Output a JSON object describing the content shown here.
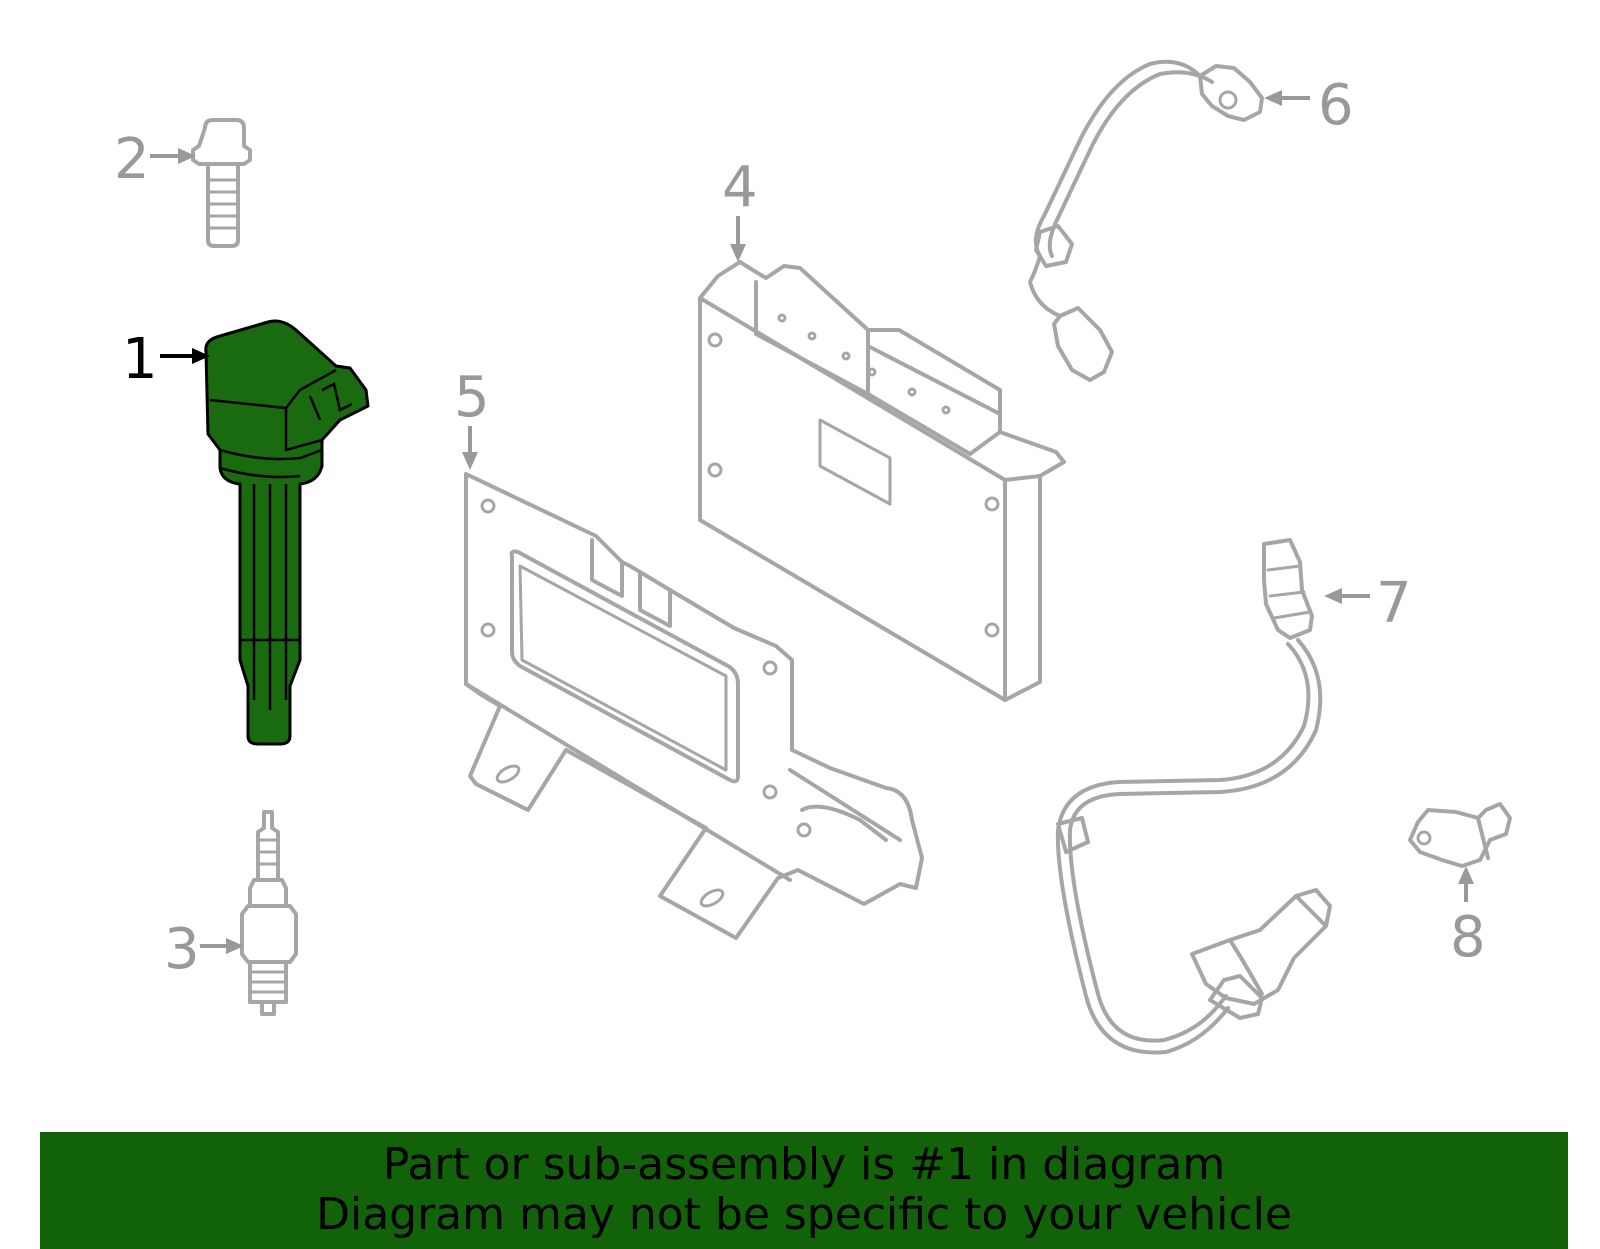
{
  "callouts": {
    "c1": "1",
    "c2": "2",
    "c3": "3",
    "c4": "4",
    "c5": "5",
    "c6": "6",
    "c7": "7",
    "c8": "8"
  },
  "highlighted_part": "1",
  "colors": {
    "highlight_fill": "#1a6b0f",
    "banner_bg": "#116208",
    "part_stroke": "#a6a6a6",
    "callout_gray": "#999999",
    "callout_active": "#000000"
  },
  "banner": {
    "line1": "Part or sub-assembly is #1 in diagram",
    "line2": "Diagram may not be specific to your vehicle"
  }
}
